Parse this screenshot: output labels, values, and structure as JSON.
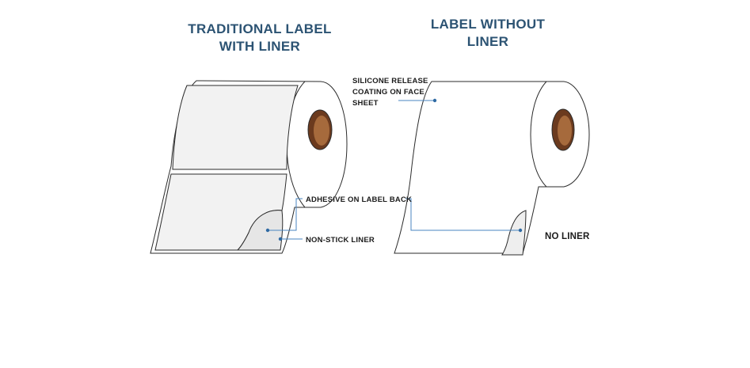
{
  "colors": {
    "title": "#2c5373",
    "outline": "#2b2b2b",
    "leader": "#4a86c0",
    "core_outer": "#6b3a1e",
    "core_inner": "#a66a3c",
    "label_fill": "#f2f2f2",
    "roll_fill": "#ffffff"
  },
  "left_panel": {
    "title_line1": "TRADITIONAL LABEL",
    "title_line2": "WITH LINER",
    "callouts": {
      "adhesive": "ADHESIVE ON LABEL BACK",
      "liner": "NON-STICK LINER"
    }
  },
  "right_panel": {
    "title_line1": "LABEL WITHOUT",
    "title_line2": "LINER",
    "callouts": {
      "silicone_line1": "SILICONE RELEASE",
      "silicone_line2": "COATING ON FACE",
      "silicone_line3": "SHEET",
      "no_liner": "NO LINER"
    }
  }
}
